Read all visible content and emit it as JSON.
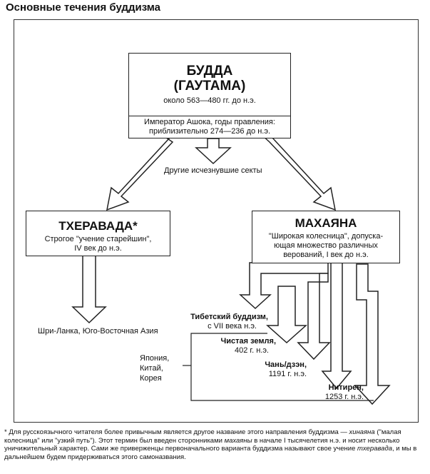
{
  "title": "Основные течения буддизма",
  "buddha": {
    "name_line1": "БУДДА",
    "name_line2": "(ГАУТАМА)",
    "dates": "около 563—480 гг. до н.э."
  },
  "ashoka": {
    "line1": "Император Ашока, годы правления:",
    "line2": "приблизительно 274—236 до н.э."
  },
  "other_sects": "Другие исчезнувшие секты",
  "theravada": {
    "name": "ТХЕРАВАДА*",
    "desc_line1": "Строгое \"учение старейшин\",",
    "desc_line2": "IV век до н.э."
  },
  "theravada_regions": "Шри-Ланка, Юго-Восточная Азия",
  "mahayana": {
    "name": "МАХАЯНА",
    "desc_line1": "\"Широкая колесница\", допуска-",
    "desc_line2": "ющая множество различных",
    "desc_line3": "верований, I век до н.э."
  },
  "schools": [
    {
      "name": "Тибетский буддизм,",
      "date": "с VII века н.э."
    },
    {
      "name": "Чистая земля,",
      "date": "402 г. н.э."
    },
    {
      "name": "Чань/дзэн,",
      "date": "1191 г. н.э."
    },
    {
      "name": "Нитирен,",
      "date": "1253 г. н.э."
    }
  ],
  "east_asia": [
    "Япония,",
    "Китай,",
    "Корея"
  ],
  "footnote": {
    "p1": "* Для русскоязычного читателя более привычным является другое название этого направления буддизма — ",
    "term1": "хинаяна",
    "p2": " (\"малая колесница\" или \"узкий путь\"). Этот термин был введен сторонниками ",
    "term2": "махаяны",
    "p3": " в начале I тысячелетия н.э. и носит несколько уничижительный характер. Сами же приверженцы первоначального варианта буддизма называют свое учение ",
    "term3": "тхеравада",
    "p4": ", и мы в дальнейшем будем придерживаться этого самоназвания."
  }
}
